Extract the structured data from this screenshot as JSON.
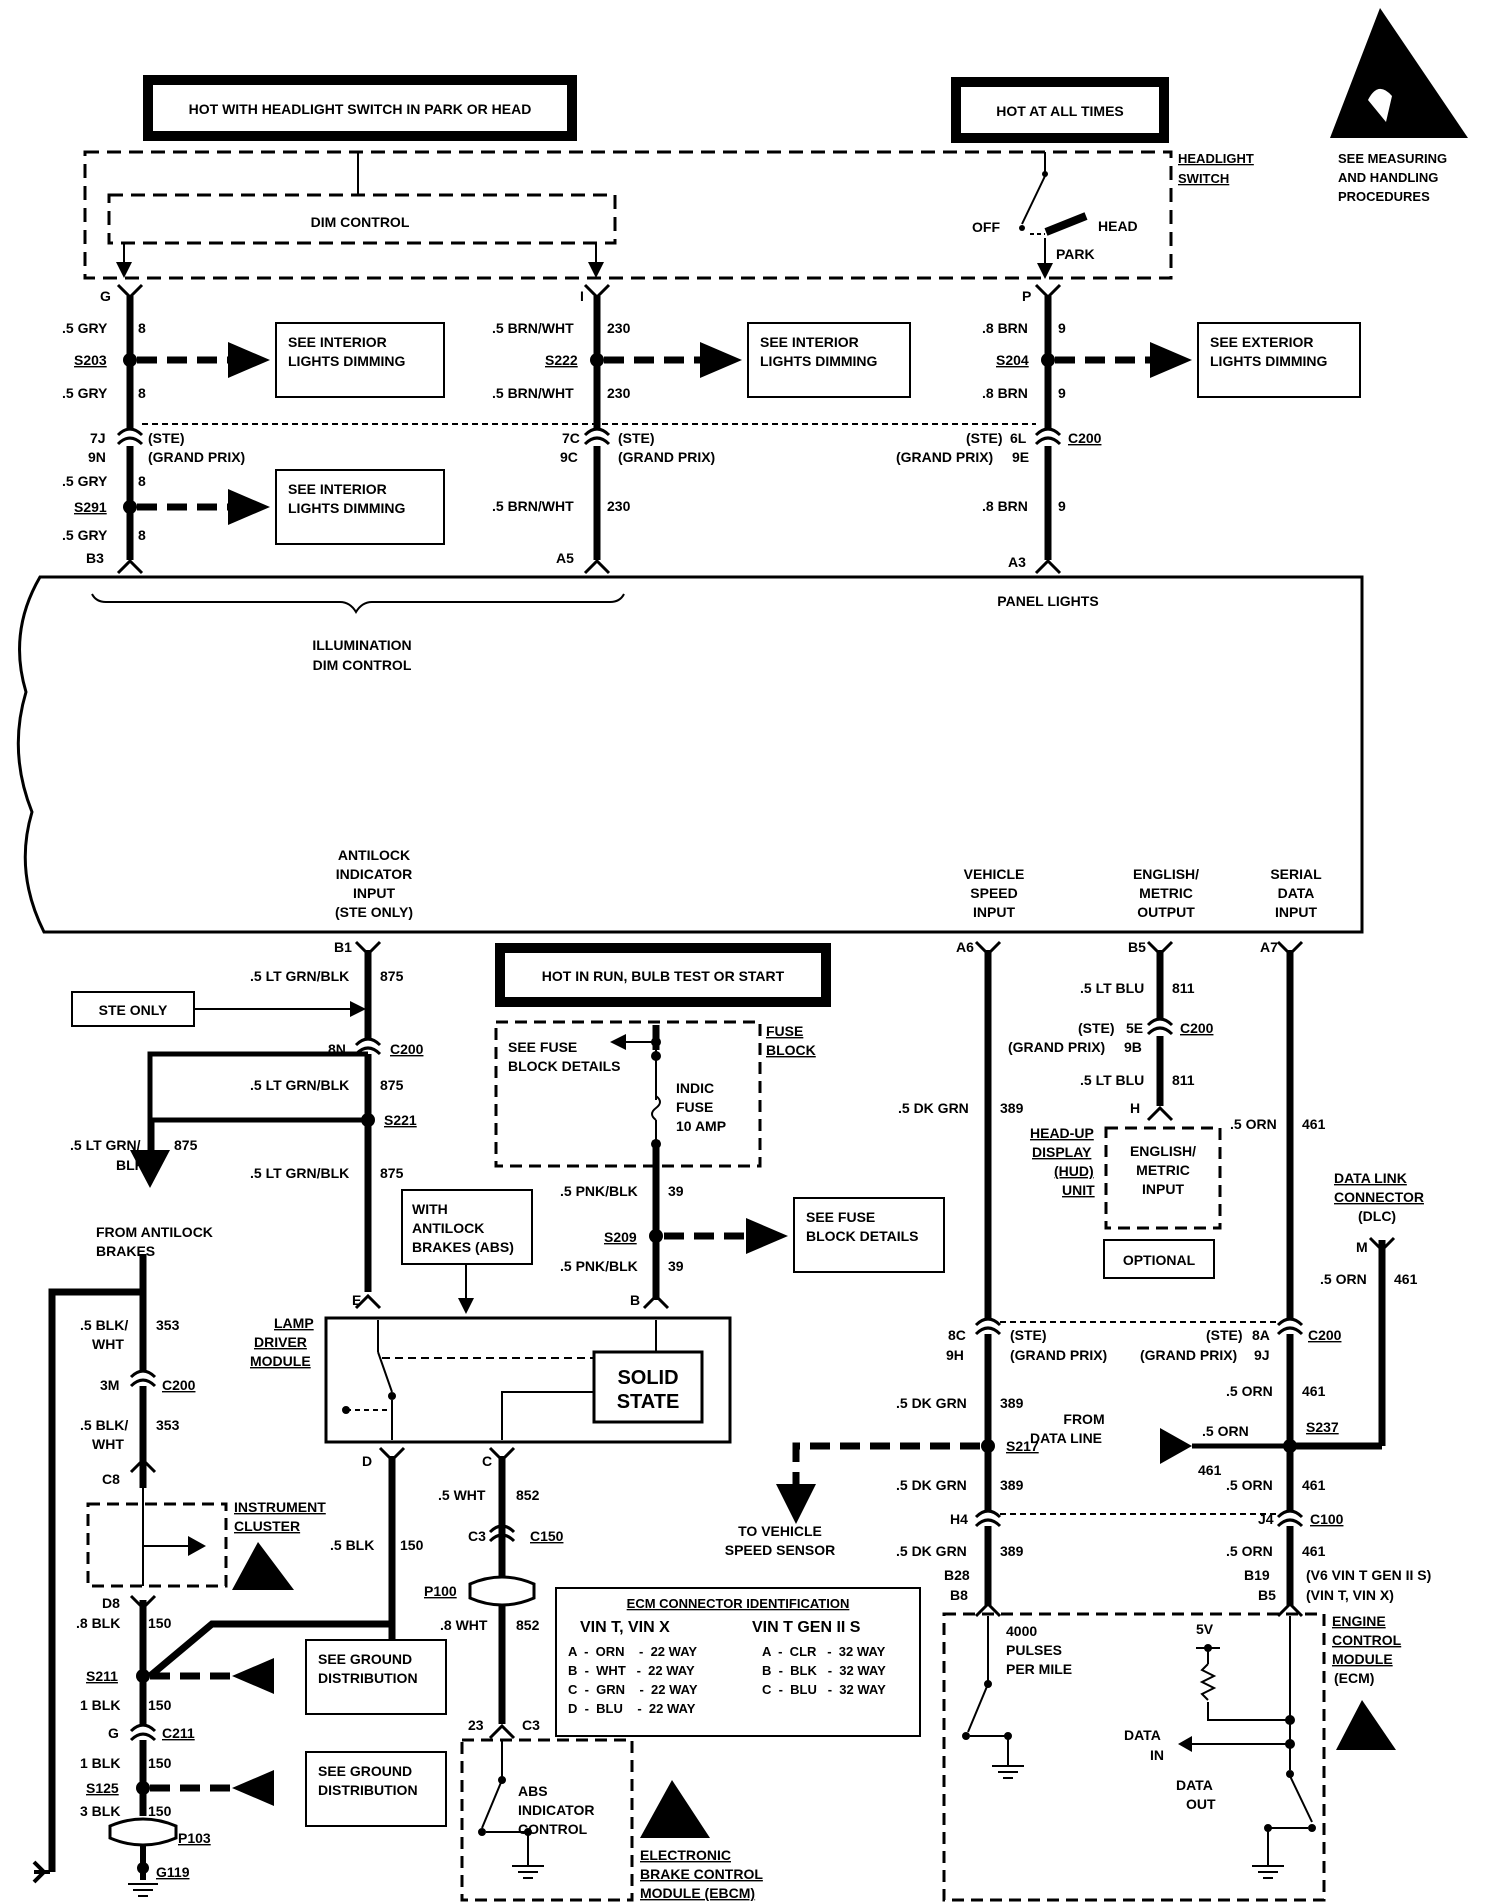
{
  "banners": {
    "park_head": "HOT WITH HEADLIGHT SWITCH IN PARK OR HEAD",
    "all_times": "HOT AT ALL TIMES",
    "run_bulb": "HOT IN RUN, BULB TEST OR START"
  },
  "esd": {
    "line1": "SEE MEASURING",
    "line2": "AND HANDLING",
    "line3": "PROCEDURES"
  },
  "headlight_switch": {
    "name1": "HEADLIGHT",
    "name2": "SWITCH",
    "dim_control": "DIM CONTROL",
    "off": "OFF",
    "head": "HEAD",
    "park": "PARK"
  },
  "pins": {
    "g": "G",
    "i": "I",
    "p": "P",
    "b3": "B3",
    "a5": "A5",
    "a3": "A3",
    "b1": "B1",
    "a6": "A6",
    "b5": "B5",
    "a7": "A7",
    "e": "E",
    "b": "B",
    "d": "D",
    "c": "C",
    "h": "H",
    "m": "M"
  },
  "wires": {
    "gry": ".5 GRY",
    "c8": "8",
    "brnwht": ".5 BRN/WHT",
    "c230": "230",
    "brn": ".8 BRN",
    "c9": "9",
    "ltgrnblk": ".5 LT GRN/BLK",
    "c875": "875",
    "ltgrn_a": ".5 LT GRN/",
    "ltgrn_b": "BLK",
    "pnkblk": ".5 PNK/BLK",
    "c39": "39",
    "ltblu": ".5 LT BLU",
    "c811": "811",
    "dkgrn": ".5 DK GRN",
    "c389": "389",
    "orn": ".5 ORN",
    "c461": "461",
    "blkwht_a": ".5 BLK/",
    "blkwht_b": "WHT",
    "c353": "353",
    "blk5": ".5 BLK",
    "blk8": ".8 BLK",
    "blk1": "1 BLK",
    "blk3": "3 BLK",
    "c150": "150",
    "wht5": ".5 WHT",
    "wht8": ".8 WHT",
    "c852": "852"
  },
  "splices": {
    "s203": "S203",
    "s222": "S222",
    "s204": "S204",
    "s291": "S291",
    "s221": "S221",
    "s209": "S209",
    "s217": "S217",
    "s237": "S237",
    "s211": "S211",
    "s125": "S125"
  },
  "refs": {
    "int_dim_1": "SEE INTERIOR",
    "int_dim_2": "LIGHTS DIMMING",
    "ext_dim_1": "SEE EXTERIOR",
    "ext_dim_2": "LIGHTS DIMMING",
    "fuse_det_1": "SEE FUSE",
    "fuse_det_2": "BLOCK DETAILS",
    "gnd_1": "SEE GROUND",
    "gnd_2": "DISTRIBUTION"
  },
  "connectors": {
    "ste": "(STE)",
    "gp": "(GRAND PRIX)",
    "c200": "C200",
    "c150": "C150",
    "c211": "C211",
    "c100": "C100",
    "p100": "P100",
    "p103": "P103",
    "g119": "G119",
    "c3": "C3",
    "7j": "7J",
    "9n": "9N",
    "7c": "7C",
    "9c": "9C",
    "6l": "6L",
    "9e": "9E",
    "8n": "8N",
    "5e": "5E",
    "9b": "9B",
    "8c": "8C",
    "9h": "9H",
    "8a": "8A",
    "9j": "9J",
    "3m": "3M",
    "c8": "C8",
    "d8": "D8",
    "h4": "H4",
    "j4": "J4",
    "b28": "B28",
    "b8": "B8",
    "b19": "B19",
    "b5": "B5",
    "g": "G",
    "p23": "23"
  },
  "cluster": {
    "illum1": "ILLUMINATION",
    "illum2": "DIM CONTROL",
    "panel": "PANEL LIGHTS",
    "abs1": "ANTILOCK",
    "abs2": "INDICATOR",
    "abs3": "INPUT",
    "abs4": "(STE ONLY)",
    "vss1": "VEHICLE",
    "vss2": "SPEED",
    "vss3": "INPUT",
    "em1": "ENGLISH/",
    "em2": "METRIC",
    "em3": "OUTPUT",
    "sd1": "SERIAL",
    "sd2": "DATA",
    "sd3": "INPUT"
  },
  "fuse": {
    "block1": "FUSE",
    "block2": "BLOCK",
    "indic1": "INDIC",
    "indic2": "FUSE",
    "indic3": "10 AMP"
  },
  "labels": {
    "ste_only": "STE ONLY",
    "from_abs1": "FROM ANTILOCK",
    "from_abs2": "BRAKES",
    "with_abs1": "WITH",
    "with_abs2": "ANTILOCK",
    "with_abs3": "BRAKES (ABS)",
    "ldm1": "LAMP",
    "ldm2": "DRIVER",
    "ldm3": "MODULE",
    "solid1": "SOLID",
    "solid2": "STATE",
    "ic1": "INSTRUMENT",
    "ic2": "CLUSTER",
    "hud1": "HEAD-UP",
    "hud2": "DISPLAY",
    "hud3": "(HUD)",
    "hud4": "UNIT",
    "hudin1": "ENGLISH/",
    "hudin2": "METRIC",
    "hudin3": "INPUT",
    "optional": "OPTIONAL",
    "dlc1": "DATA LINK",
    "dlc2": "CONNECTOR",
    "dlc3": "(DLC)",
    "from_dl1": "FROM",
    "from_dl2": "DATA LINE",
    "tvss1": "TO VEHICLE",
    "tvss2": "SPEED SENSOR",
    "v6": "(V6 VIN T GEN II S)",
    "vintx": "(VIN T, VIN X)",
    "ecm1": "ENGINE",
    "ecm2": "CONTROL",
    "ecm3": "MODULE",
    "ecm4": "(ECM)",
    "pulses1": "4000",
    "pulses2": "PULSES",
    "pulses3": "PER MILE",
    "v5": "5V",
    "datain1": "DATA",
    "datain2": "IN",
    "dataout1": "DATA",
    "dataout2": "OUT",
    "absctl1": "ABS",
    "absctl2": "INDICATOR",
    "absctl3": "CONTROL",
    "ebcm1": "ELECTRONIC",
    "ebcm2": "BRAKE CONTROL",
    "ebcm3": "MODULE (EBCM)"
  },
  "ecm_table": {
    "title": "ECM CONNECTOR IDENTIFICATION",
    "h1": "VIN T, VIN X",
    "h2": "VIN T GEN II S",
    "rows": [
      {
        "l": "A  -  ORN    -  22 WAY",
        "r": "A  -  CLR   -  32 WAY"
      },
      {
        "l": "B  -  WHT   -  22 WAY",
        "r": "B  -  BLK   -  32 WAY"
      },
      {
        "l": "C  -  GRN    -  22 WAY",
        "r": "C  -  BLU   -  32 WAY"
      },
      {
        "l": "D  -  BLU    -  22 WAY",
        "r": ""
      }
    ]
  }
}
